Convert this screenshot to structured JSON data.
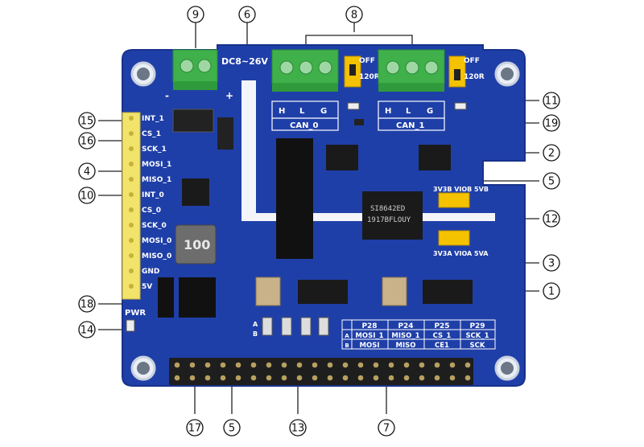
{
  "board": {
    "power_label": "DC8~26V",
    "can0_label": "CAN_0",
    "can1_label": "CAN_1",
    "term_off": "OFF",
    "term_120r": "120R",
    "pin_h": "H",
    "pin_l": "L",
    "pin_g": "G",
    "minus": "-",
    "plus": "+",
    "inductor": "100",
    "chip_text_1": "SI8642ED",
    "chip_text_2": "1917BFLOUY",
    "jumper_b": "3V3B VIOB 5VB",
    "jumper_a": "3V3A VIOA 5VA",
    "pwr_label": "PWR",
    "ab_a": "A",
    "ab_b": "B",
    "header_pins": [
      "INT_1",
      "CS_1",
      "SCK_1",
      "MOSI_1",
      "MISO_1",
      "INT_0",
      "CS_0",
      "SCK_0",
      "MOSI_0",
      "MISO_0",
      "GND",
      "5V"
    ],
    "pin_table": {
      "headers": [
        "P28",
        "P24",
        "P25",
        "P29"
      ],
      "row_a": [
        "MOSI_1",
        "MISO_1",
        "CS_1",
        "SCK_1"
      ],
      "row_b": [
        "MOSI",
        "MISO",
        "CE1",
        "SCK"
      ],
      "side_a": "A",
      "side_b": "B"
    }
  },
  "callouts": [
    "1",
    "2",
    "3",
    "4",
    "5",
    "5",
    "6",
    "7",
    "8",
    "9",
    "10",
    "11",
    "12",
    "13",
    "14",
    "15",
    "16",
    "17",
    "18",
    "19"
  ],
  "colors": {
    "pcb": "#1f3fa8",
    "pcb_edge": "#1a348f",
    "terminal": "#3fb04a",
    "jumper": "#f5c200",
    "header": "#f2e36a"
  }
}
